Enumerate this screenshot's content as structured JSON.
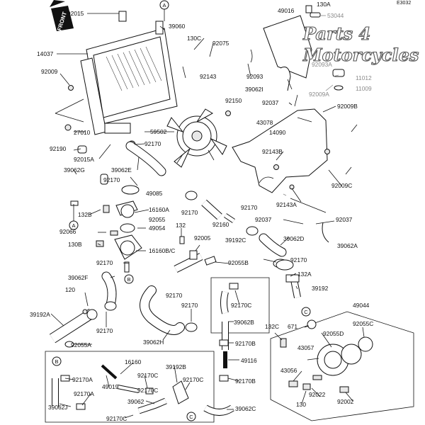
{
  "diagram_code": "E3032",
  "front_label": "FRONT",
  "watermark": {
    "line1": "Parts 4",
    "line2": "Motorcycles"
  },
  "circle_refs": {
    "a": "A",
    "b": "B",
    "c": "C"
  },
  "labels": {
    "p130a": "130A",
    "p53044": "53044",
    "p49016": "49016",
    "p92015": "92015",
    "p39060": "39060",
    "p14037": "14037",
    "p130c": "130C",
    "p92075": "92075",
    "p92009": "92009",
    "p92143": "92143",
    "p92093": "92093",
    "p92093a": "92093A",
    "p11012": "11012",
    "p11009": "11009",
    "p39062i": "39062I",
    "p92009a": "92009A",
    "p92150": "92150",
    "p92037": "92037",
    "p92009b": "92009B",
    "p27010": "27010",
    "p43078": "43078",
    "p59502": "59502",
    "p14090": "14090",
    "p92190": "92190",
    "p92170": "92170",
    "p92143b": "92143B",
    "p92015a": "92015A",
    "p39062e": "39062E",
    "p39062g": "39062G",
    "p49085": "49085",
    "p92009c": "92009C",
    "p132b": "132B",
    "p16160a": "16160A",
    "p92143a": "92143A",
    "p92055": "92055",
    "p92160": "92160",
    "p92037b": "92037",
    "p92037c": "92037",
    "p132": "132",
    "p92066": "92066",
    "p49054": "49054",
    "p39192c": "39192C",
    "p39062d": "39062D",
    "p92005": "92005",
    "p130b": "130B",
    "p16160bc": "16160B/C",
    "p39062a": "39062A",
    "p92055b": "92055B",
    "p132a": "132A",
    "p39062f": "39062F",
    "p39192": "39192",
    "p120": "120",
    "p92170c": "92170C",
    "p49044": "49044",
    "p39192a": "39192A",
    "p39062b": "39062B",
    "p671": "671",
    "p92055d": "92055D",
    "p132c": "132C",
    "p92055c": "92055C",
    "p39062h": "39062H",
    "p92170b": "92170B",
    "p92055a": "92055A",
    "p43057": "43057",
    "p49116": "49116",
    "p16160": "16160",
    "p39192b": "39192B",
    "p92170a": "92170A",
    "p49019": "49019",
    "p43056": "43056",
    "p92022": "92022",
    "p39062": "39062",
    "p130": "130",
    "p92002": "92002",
    "p39062j": "39062J",
    "p39062c": "39062C"
  }
}
